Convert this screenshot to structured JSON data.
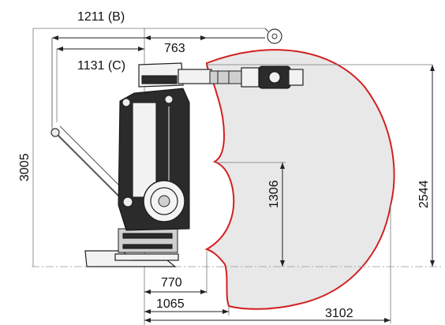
{
  "dimensions": {
    "reach_b": "1211 (B)",
    "reach_c": "1131 (C)",
    "upper_offset": "763",
    "total_height": "3005",
    "wrist_center_height": "2544",
    "inner_height": "1306",
    "base_radius": "770",
    "base_length": "1065",
    "max_reach": "3102"
  },
  "colors": {
    "envelope_fill": "#e8e8e8",
    "envelope_stroke": "#d32020",
    "robot_dark": "#2b2b2b"
  }
}
